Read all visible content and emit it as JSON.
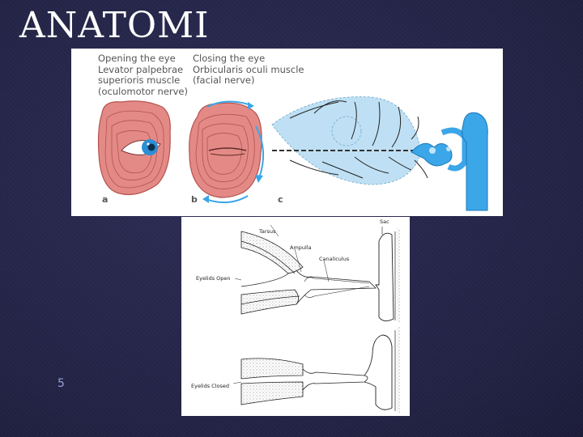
{
  "slide": {
    "title": "ANATOMI",
    "page_number": "5"
  },
  "figure_top": {
    "opening_lines": [
      "Opening the eye",
      "Levator palpebrae",
      "superioris muscle",
      "(oculomotor nerve)"
    ],
    "closing_lines": [
      "Closing the eye",
      "Orbicularis oculi muscle",
      "(facial nerve)"
    ],
    "panel_a": "a",
    "panel_b": "b",
    "panel_c": "c",
    "colors": {
      "muscle": "#e38a86",
      "muscle_line": "#b5524f",
      "blue": "#3ba6e8",
      "light_blue": "#bfe0f4",
      "caption": "#555555"
    }
  },
  "figure_bottom": {
    "labels": {
      "sac": "Sac",
      "tarsus": "Tarsus",
      "ampulla": "Ampulla",
      "canaliculus": "Canaliculus",
      "eyelids_open": "Eyelids Open",
      "eyelids_closed": "Eyelids Closed"
    }
  }
}
